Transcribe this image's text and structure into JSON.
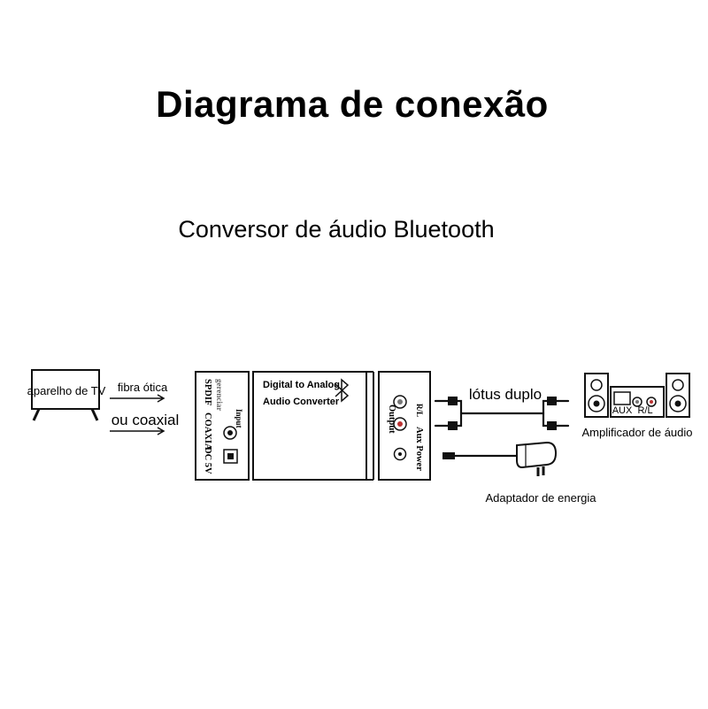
{
  "title": "Diagrama de conexão",
  "subtitle": "Conversor de áudio Bluetooth",
  "tv": {
    "label": "aparelho de TV"
  },
  "links": {
    "optical": "fibra ótica",
    "coaxial": "ou coaxial"
  },
  "input_panel": {
    "spdif": "SPDIF",
    "coaxia": "COAXIA",
    "dc": "DC 5V",
    "power": "gerenciar",
    "input": "Input"
  },
  "converter": {
    "line1": "Digital to Analog",
    "line2": "Audio Converter",
    "icon": "bluetooth-icon"
  },
  "output_panel": {
    "output": "Output",
    "rl": "R/L",
    "aux": "Aux Power"
  },
  "cables": {
    "rca": "lótus duplo"
  },
  "amplifier": {
    "label": "Amplificador de áudio",
    "in_label": "AUX",
    "r_label": "R/L"
  },
  "adapter": {
    "label": "Adaptador de energia"
  }
}
